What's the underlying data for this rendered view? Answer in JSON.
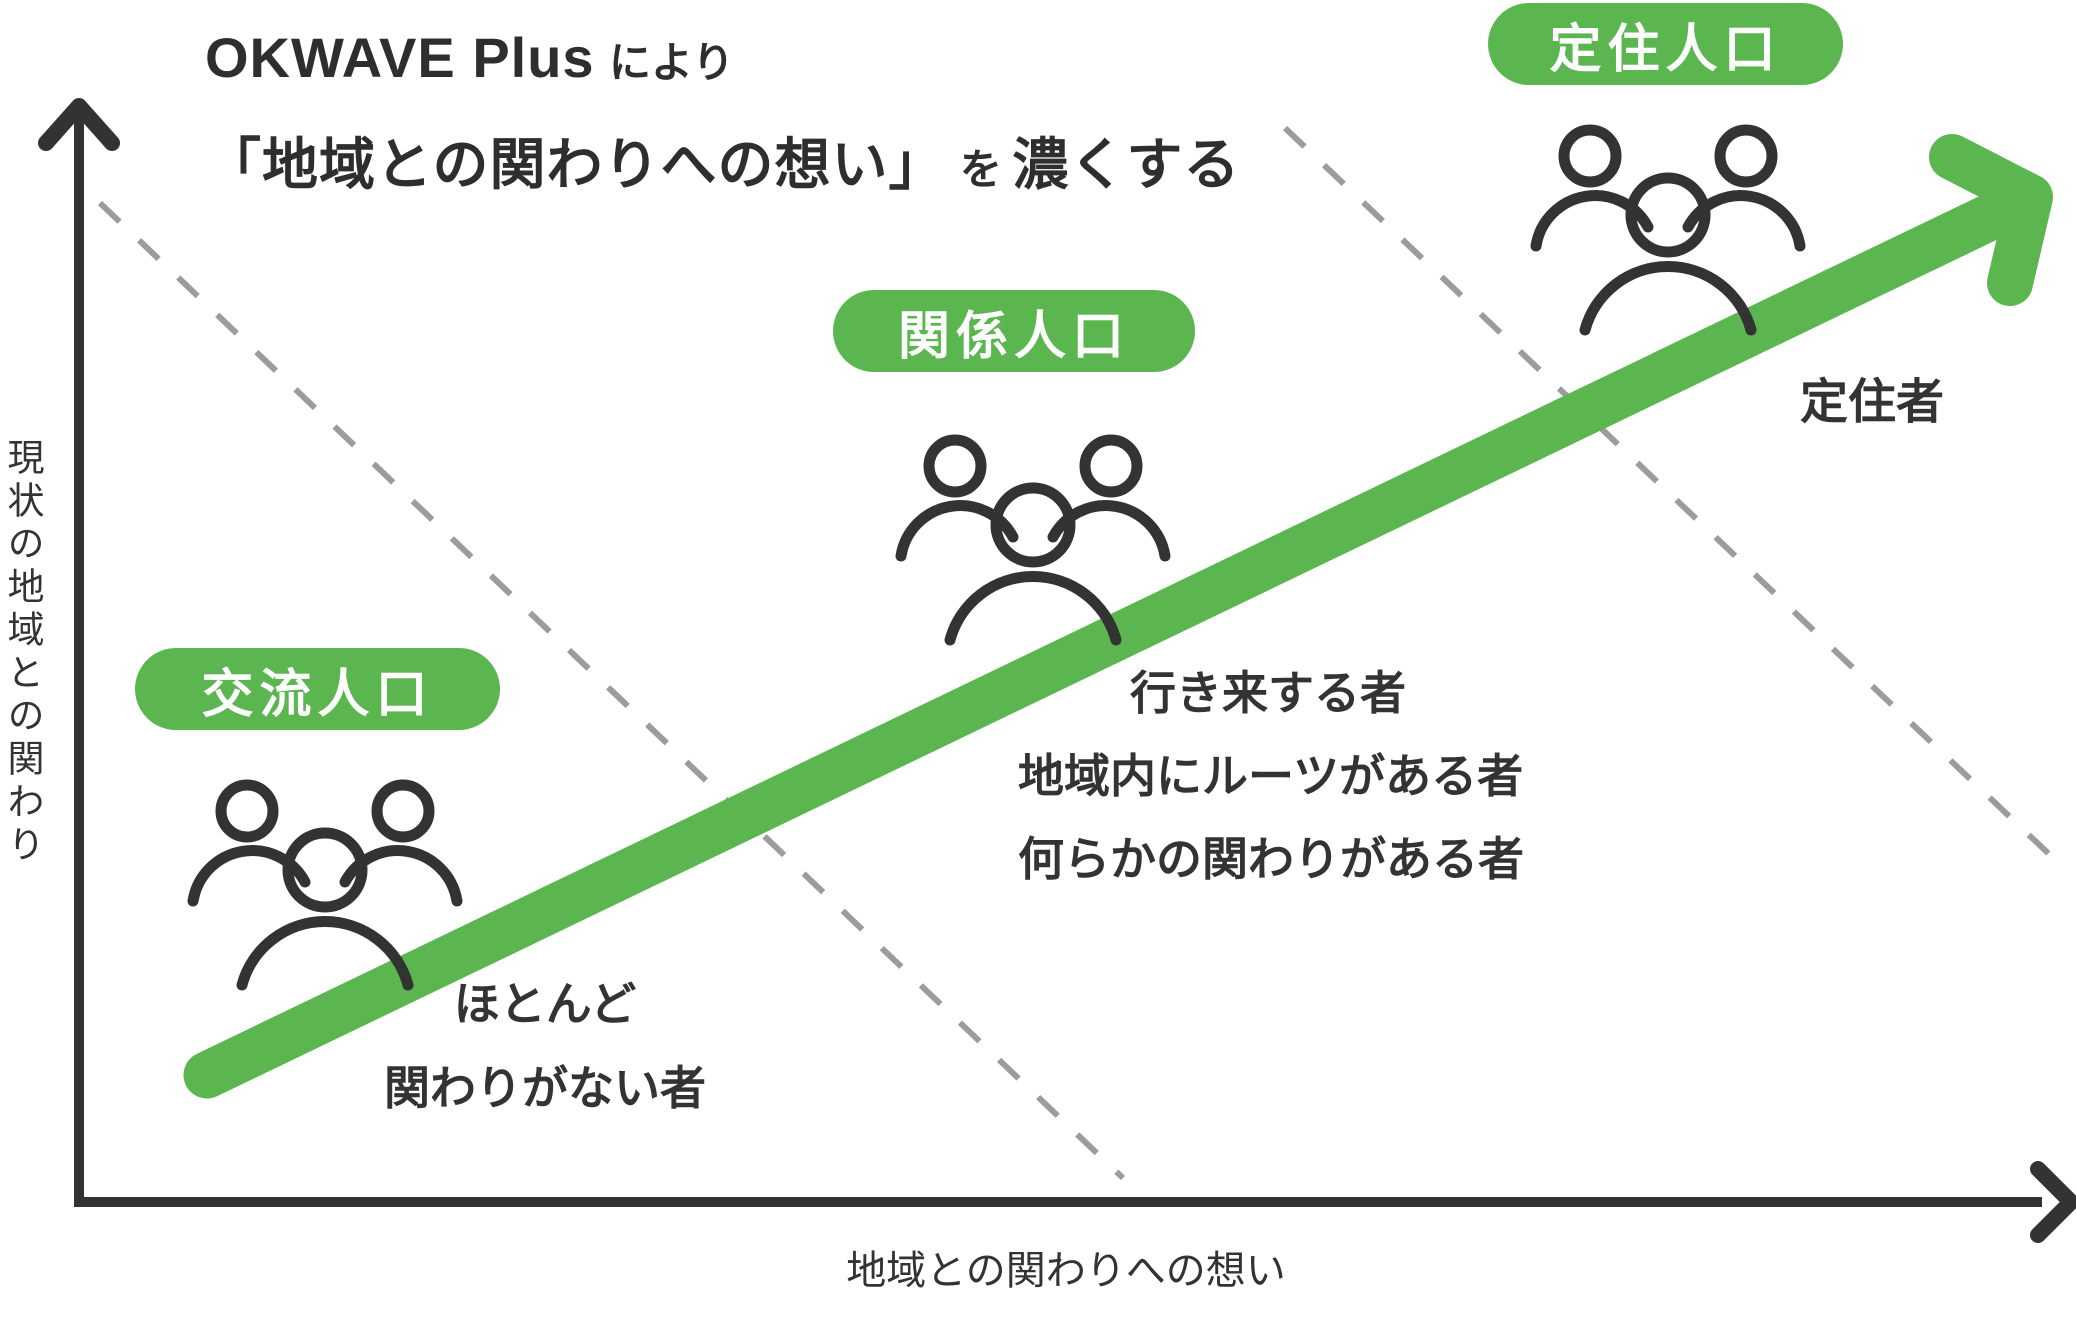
{
  "title": {
    "line1": [
      {
        "text": "OKWAVE Plus",
        "size": "large"
      },
      {
        "text": "により",
        "size": "small"
      }
    ],
    "line2": [
      {
        "text": "「地域との関わりへの想い」",
        "size": "large"
      },
      {
        "text": "を",
        "size": "small"
      },
      {
        "text": "濃くする",
        "size": "large"
      }
    ]
  },
  "axes": {
    "y_label": "現状の地域との関わり",
    "x_label": "地域との関わりへの想い"
  },
  "stages": [
    {
      "badge": "交流人口",
      "icon": "people-group-icon",
      "description": [
        "ほとんど",
        "関わりがない者"
      ]
    },
    {
      "badge": "関係人口",
      "icon": "people-group-icon",
      "description": [
        "行き来する者",
        "地域内にルーツがある者",
        "何らかの関わりがある者"
      ]
    },
    {
      "badge": "定住人口",
      "icon": "people-group-icon",
      "description": [
        "定住者"
      ]
    }
  ],
  "colors": {
    "accent_green": "#5BB64F",
    "badge_text": "#FFFFFF",
    "axis_dark": "#333333",
    "dash_gray": "#9C9C9C"
  }
}
